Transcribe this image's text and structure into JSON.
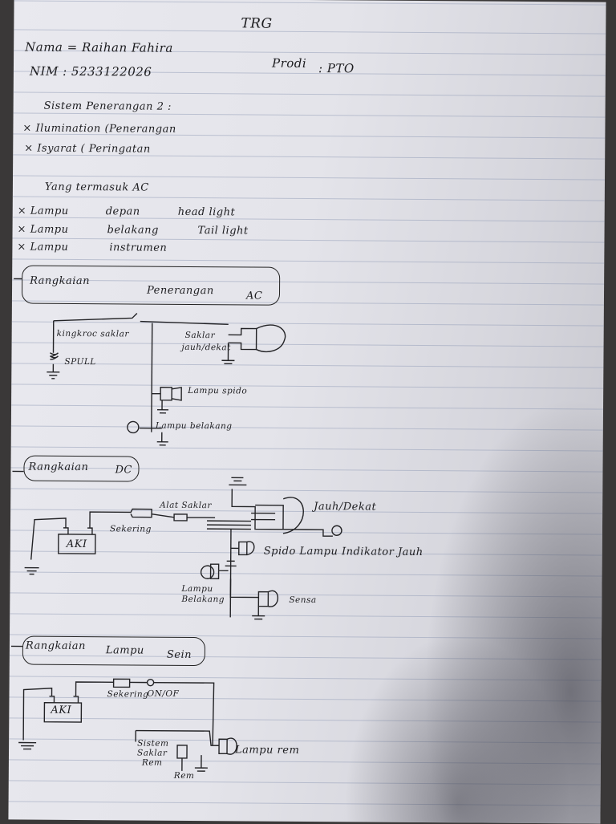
{
  "header": {
    "title": "TRG"
  },
  "identity": {
    "name_line": "Nama = Raihan Fahira",
    "nim_line": "NIM : 5233122026",
    "prodi_label": "Prodi",
    "prodi_value": ": PTO"
  },
  "systems": {
    "heading": "Sistem Penerangan 2 :",
    "items": [
      "Ilumination (Penerangan",
      "Isyarat ( Peringatan"
    ]
  },
  "ac_group": {
    "heading": "Yang termasuk AC",
    "items": [
      {
        "bullet": "×",
        "col1": "Lampu",
        "col2": "depan",
        "col3": "head light"
      },
      {
        "bullet": "×",
        "col1": "Lampu",
        "col2": "belakang",
        "col3": "Tail light"
      },
      {
        "bullet": "×",
        "col1": "Lampu",
        "col2": "instrumen",
        "col3": ""
      }
    ]
  },
  "section1": {
    "title_a": "Rangkaian",
    "title_b": "Penerangan",
    "title_c": "AC",
    "labels": {
      "kunci": "kingkroc saklar",
      "spull": "SPULL",
      "saklar": "Saklar",
      "jauh_dekat": "jauh/dekat",
      "spido": "Lampu spido",
      "belakang": "Lampu belakang"
    }
  },
  "section2": {
    "title_a": "Rangkaian",
    "title_b": "DC",
    "labels": {
      "alat_saklar": "Alat Saklar",
      "aki": "AKI",
      "sekering": "Sekering",
      "jauh_dekat": "Jauh/Dekat",
      "spido": "Spido Lampu Indikator Jauh",
      "lampu": "Lampu",
      "belakang": "Belakang",
      "sensa": "Sensa"
    }
  },
  "section3": {
    "title_a": "Rangkaian",
    "title_b": "Lampu",
    "title_c": "Sein",
    "labels": {
      "aki": "AKI",
      "sekering": "Sekering",
      "onoff": "ON/OF",
      "sistem": "Sistem",
      "saklar": "Saklar",
      "rem_a": "Rem",
      "rem_b": "Rem",
      "lampu_rem": "Lampu rem"
    }
  }
}
